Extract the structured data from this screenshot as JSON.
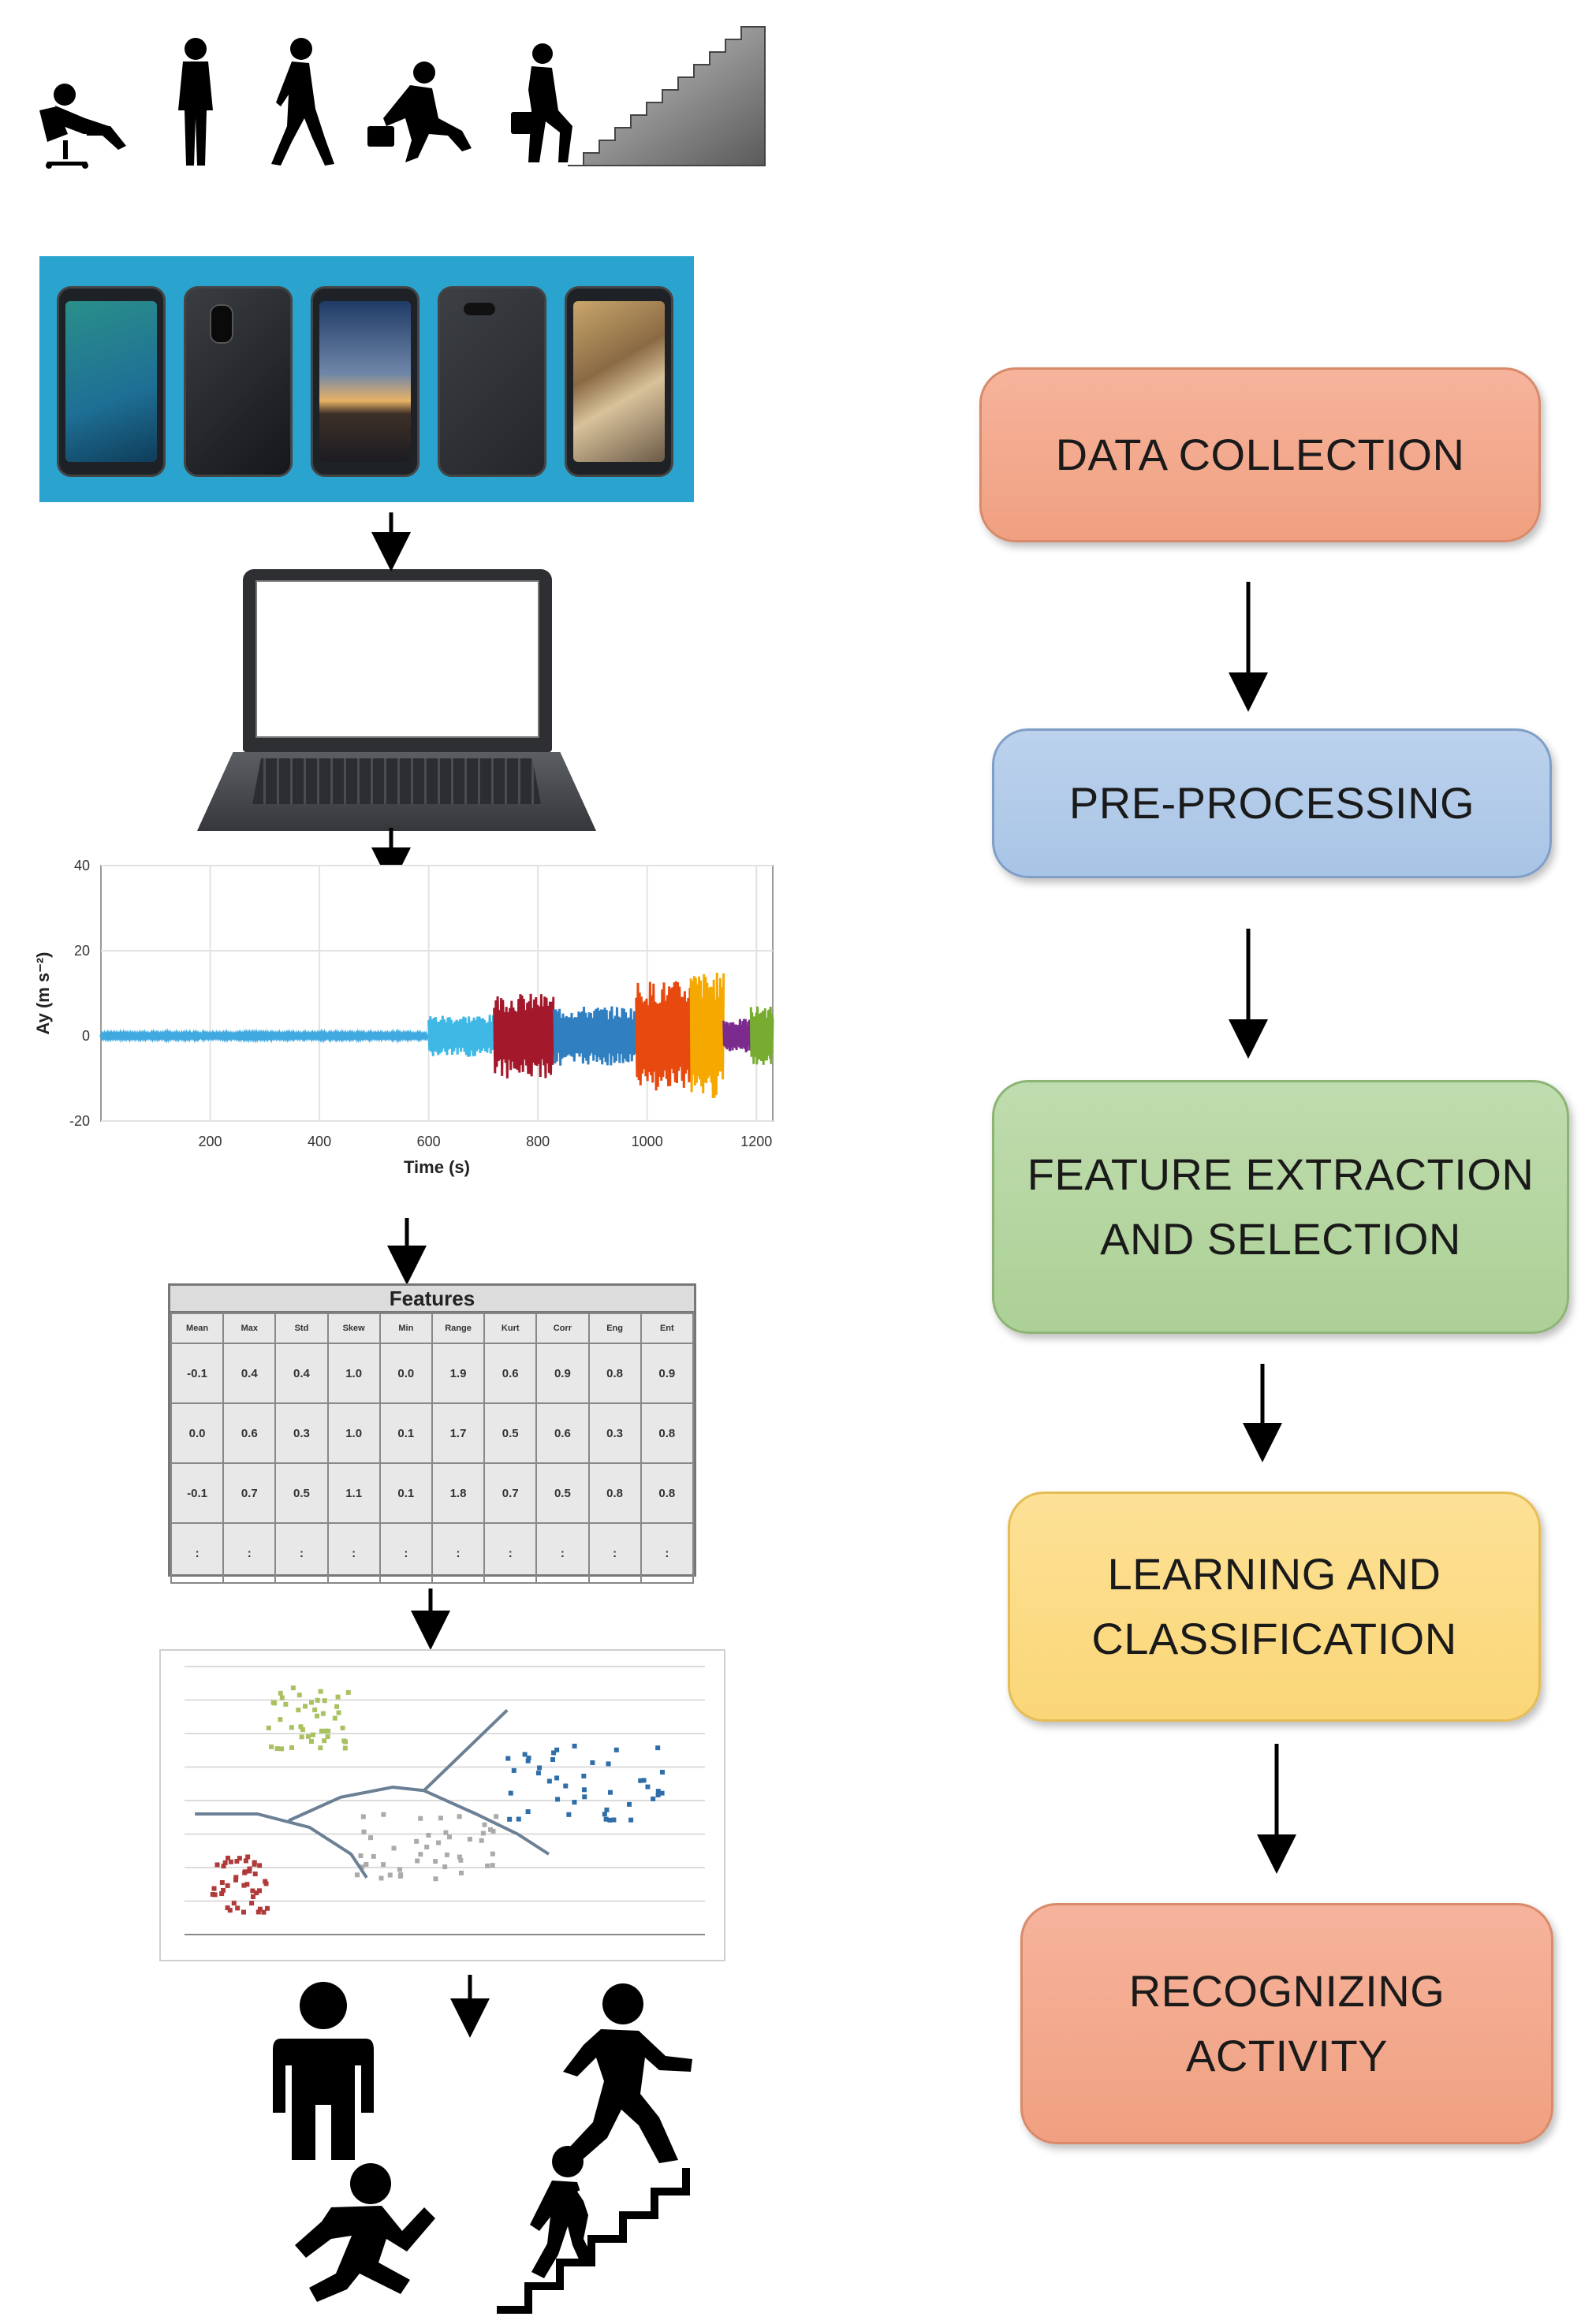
{
  "flow": {
    "step1": "DATA COLLECTION",
    "step2": "PRE-PROCESSING",
    "step3": "FEATURE EXTRACTION\nAND SELECTION",
    "step4": "LEARNING AND\nCLASSIFICATION",
    "step5": "RECOGNIZING\nACTIVITY"
  },
  "colors": {
    "orange": "#f3a88d",
    "blue": "#aec8e8",
    "green": "#b2d49e",
    "yellow": "#fbd97f",
    "phone_strip": "#2aa4cf"
  },
  "icons": {
    "activities_top": [
      "sitting-person-icon",
      "standing-person-icon",
      "walking-person-icon",
      "running-person-icon",
      "climbing-stairs-icon"
    ],
    "activities_bottom": [
      "standing-person-icon",
      "walking-person-icon",
      "running-person-icon",
      "climbing-stairs-icon"
    ]
  },
  "signal_chart": {
    "y_ticks": [
      "40",
      "20",
      "0",
      "-20"
    ],
    "x_ticks": [
      "200",
      "400",
      "600",
      "800",
      "1000",
      "1200"
    ],
    "xlabel": "Time (s)",
    "ylabel": "Ay (m s⁻²)"
  },
  "features": {
    "title": "Features",
    "headers": [
      "Mean",
      "Max",
      "Std",
      "Skew",
      "Min",
      "Range",
      "Kurt",
      "Corr",
      "Eng",
      "Ent"
    ],
    "rows": [
      [
        "-0.1",
        "0.4",
        "0.4",
        "1.0",
        "0.0",
        "1.9",
        "0.6",
        "0.9",
        "0.8",
        "0.9"
      ],
      [
        "0.0",
        "0.6",
        "0.3",
        "1.0",
        "0.1",
        "1.7",
        "0.5",
        "0.6",
        "0.3",
        "0.8"
      ],
      [
        "-0.1",
        "0.7",
        "0.5",
        "1.1",
        "0.1",
        "1.8",
        "0.7",
        "0.5",
        "0.8",
        "0.8"
      ],
      [
        ":",
        ":",
        ":",
        ":",
        ":",
        ":",
        ":",
        ":",
        ":",
        ":"
      ]
    ]
  },
  "chart_data": [
    {
      "type": "line",
      "xlabel": "Time (s)",
      "ylabel": "Ay (m s⁻²)",
      "xlim": [
        0,
        1230
      ],
      "ylim": [
        -20,
        40
      ],
      "x_ticks": [
        200,
        400,
        600,
        800,
        1000,
        1200
      ],
      "y_ticks": [
        -20,
        0,
        20,
        40
      ],
      "grid": true,
      "series": [
        {
          "color": "#3fa9e0",
          "x": [
            0,
            600
          ],
          "y_amplitude": 0.4
        },
        {
          "color": "#3fb8e6",
          "x": [
            600,
            720
          ],
          "y_amplitude": 5
        },
        {
          "color": "#a3182a",
          "x": [
            720,
            830
          ],
          "y_amplitude": 10
        },
        {
          "color": "#2f7fc1",
          "x": [
            830,
            980
          ],
          "y_amplitude": 7
        },
        {
          "color": "#e8490f",
          "x": [
            980,
            1080
          ],
          "y_amplitude": 13
        },
        {
          "color": "#f5a800",
          "x": [
            1080,
            1140
          ],
          "y_amplitude": 15
        },
        {
          "color": "#7b2b8e",
          "x": [
            1140,
            1190
          ],
          "y_amplitude": 4
        },
        {
          "color": "#77ac30",
          "x": [
            1190,
            1230
          ],
          "y_amplitude": 7
        }
      ]
    },
    {
      "type": "scatter",
      "grid": true,
      "series": [
        {
          "color": "#b03a3a",
          "x": [
            0.5,
            1.6
          ],
          "y": [
            0.6,
            2.5
          ]
        },
        {
          "color": "#a9c160",
          "x": [
            1.6,
            3.2
          ],
          "y": [
            5.4,
            7.4
          ]
        },
        {
          "color": "#aaaaaa",
          "x": [
            3.3,
            6.0
          ],
          "y": [
            1.6,
            3.6
          ]
        },
        {
          "color": "#2f6ea8",
          "x": [
            6.2,
            9.3
          ],
          "y": [
            3.4,
            5.8
          ]
        }
      ]
    }
  ]
}
